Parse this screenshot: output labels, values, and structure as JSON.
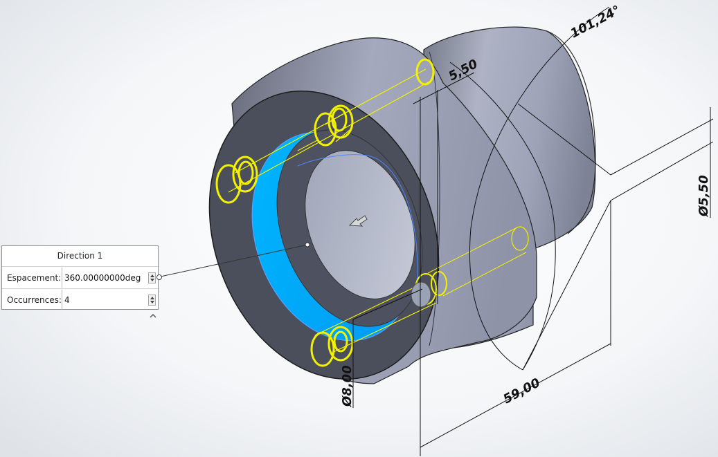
{
  "dimensions": {
    "angle": "101,24°",
    "depth": "5,50",
    "diameter_right": "Ø5,50",
    "diameter_bottom": "Ø8,00",
    "length": "59,00"
  },
  "callout": {
    "title": "Direction 1",
    "spacing_label": "Espacement:",
    "spacing_value": "360.00000000deg",
    "count_label": "Occurrences:",
    "count_value": "4"
  },
  "colors": {
    "selected_face": "#00a8ff",
    "pattern_highlight": "#f2f200",
    "body_dark": "#4a4e5c",
    "body_light": "#9ca1b8"
  },
  "icons": {
    "cursor": "rotate-arrow-icon",
    "collapse": "chevron-up-icon"
  }
}
